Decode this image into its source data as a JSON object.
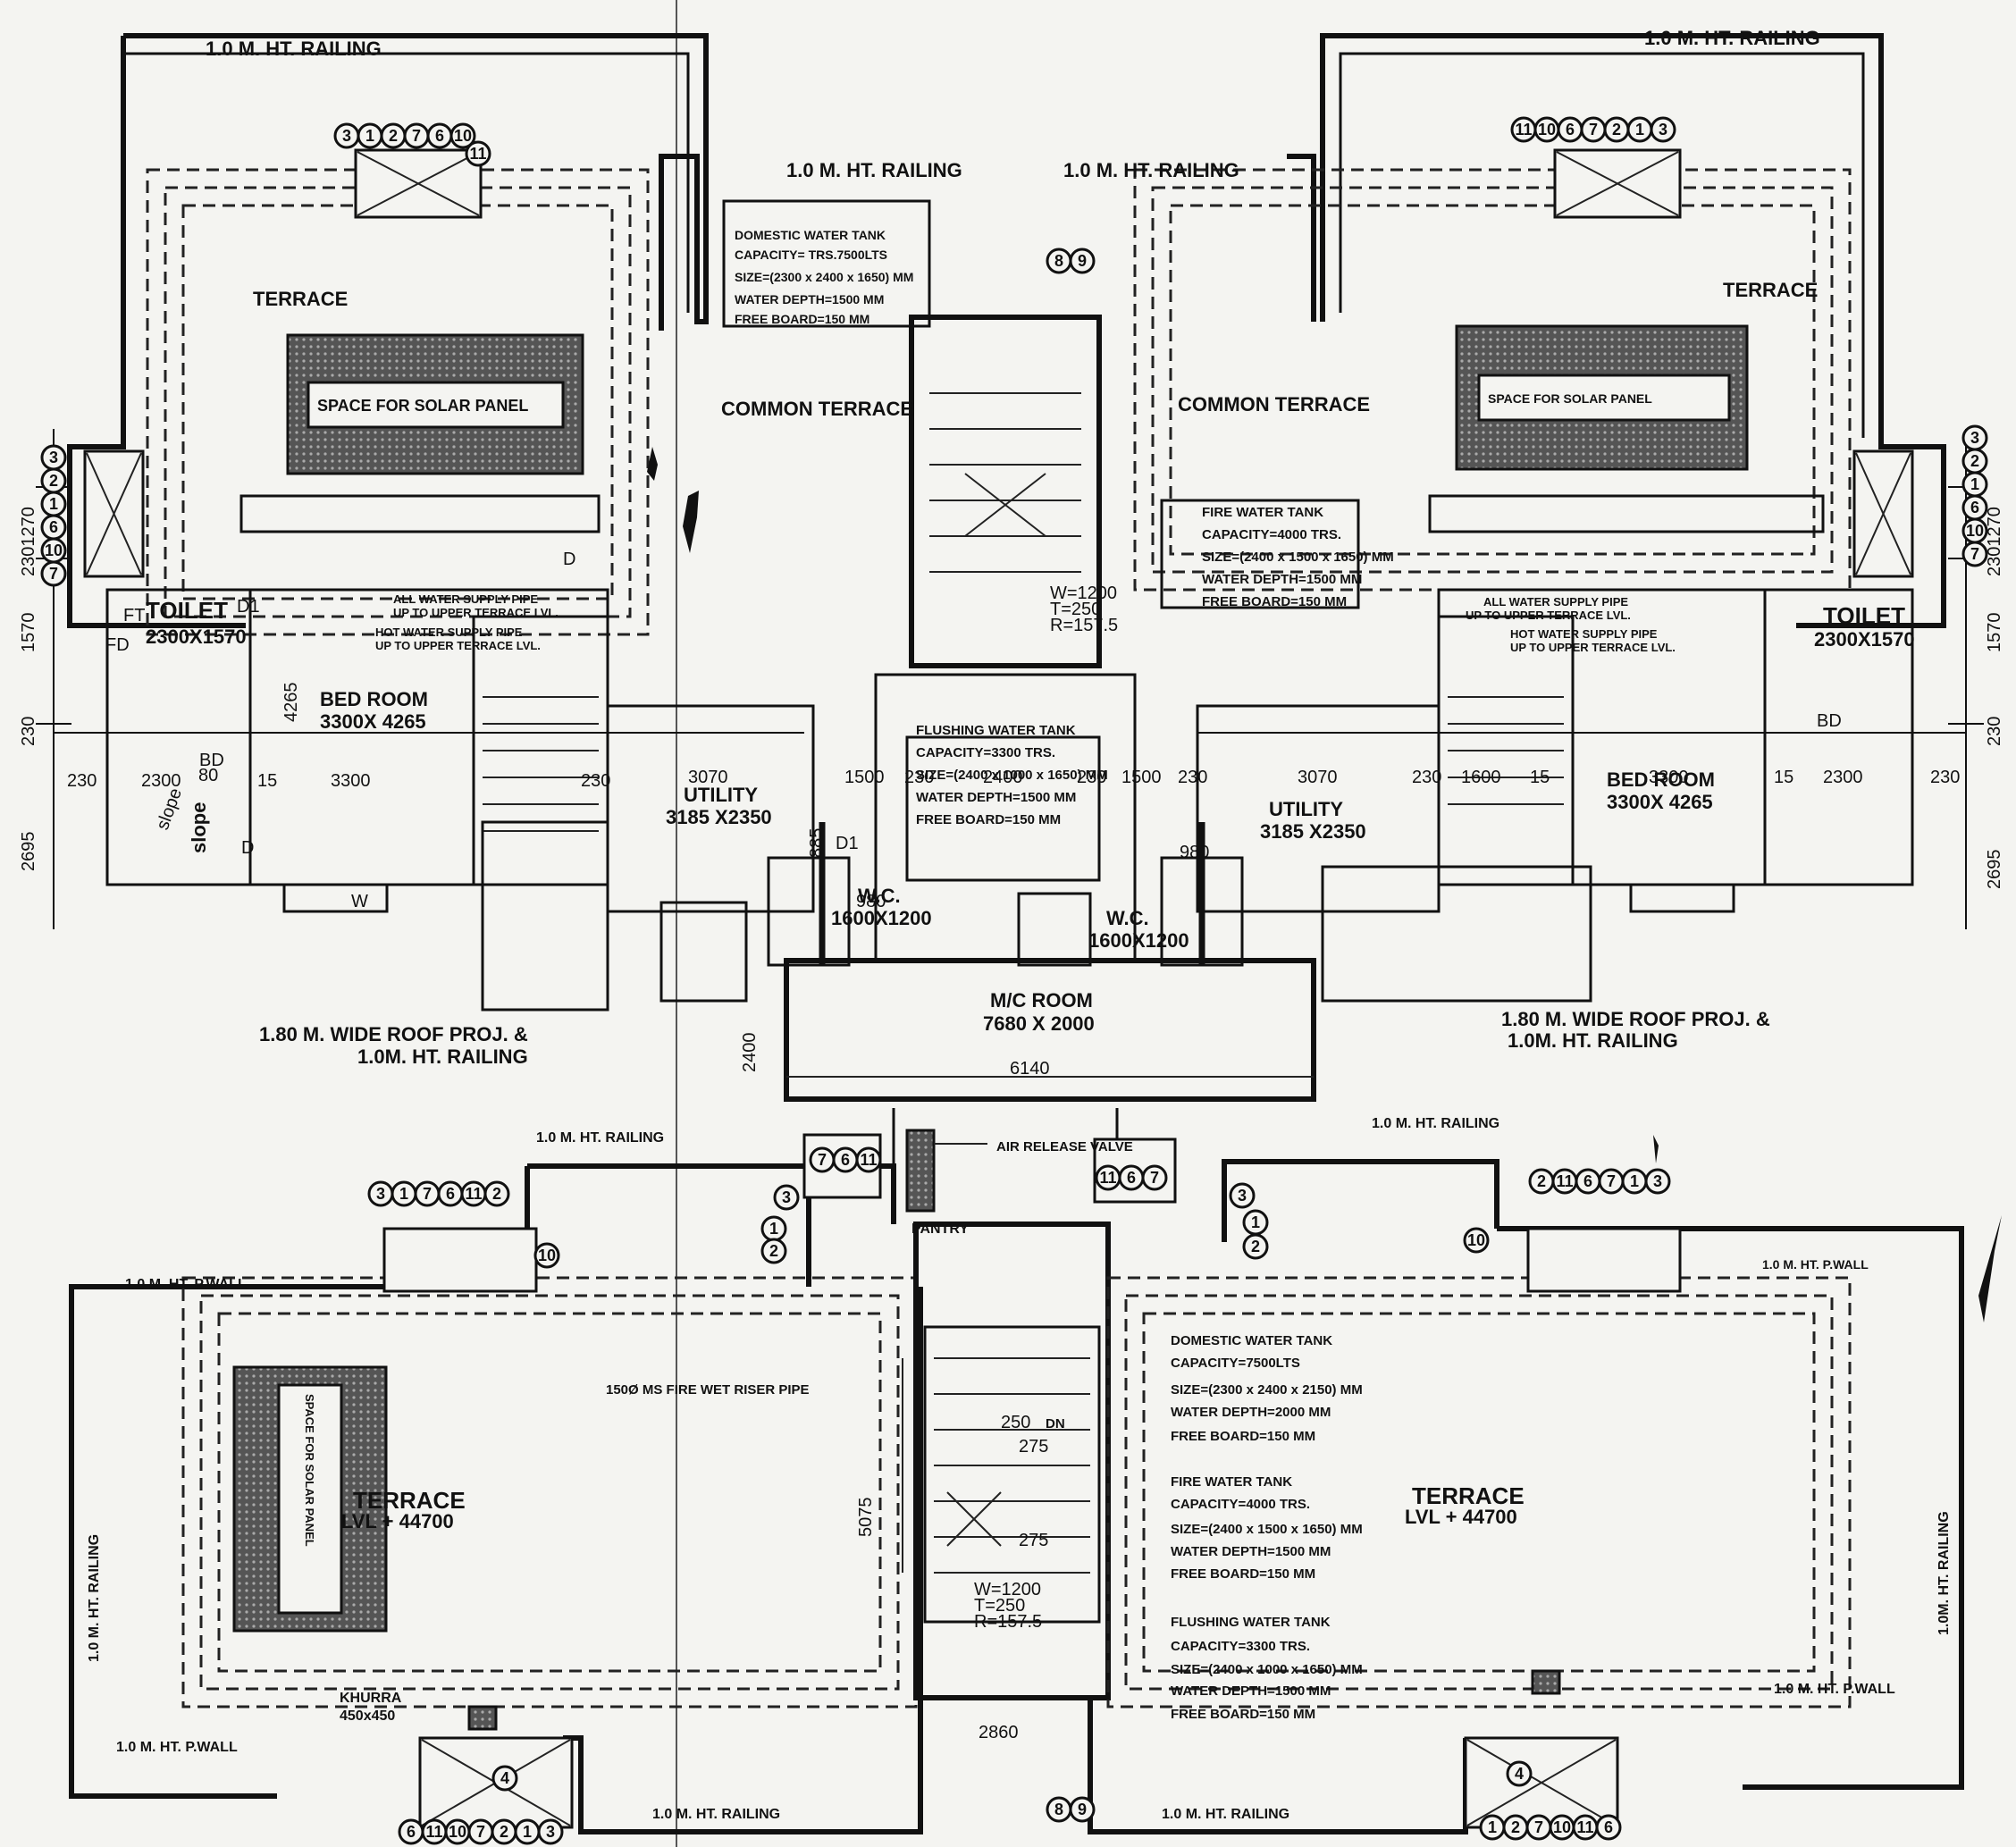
{
  "top_left": {
    "railing_top": "1.0 M. HT. RAILING",
    "terrace": "TERRACE",
    "solar": "SPACE FOR SOLAR PANEL",
    "circles": [
      "3",
      "1",
      "2",
      "7",
      "6",
      "10",
      "11"
    ],
    "side_circles": [
      "3",
      "2",
      "1",
      "6",
      "10",
      "7"
    ],
    "toilet": "TOILET",
    "toilet_size": "2300X1570",
    "bedroom": "BED ROOM",
    "bedroom_size": "3300X 4265",
    "supply_pipe": "ALL WATER SUPPLY PIPE",
    "supply_pipe2": "UP TO UPPER TERRACE LVL.",
    "hot_pipe": "HOT WATER SUPPLY PIPE",
    "hot_pipe2": "UP TO UPPER TERRACE LVL.",
    "utility": "UTILITY",
    "utility_size": "3185 X2350",
    "wc": "W.C.",
    "wc_size": "1600X1200",
    "roof_proj": "1.80 M. WIDE ROOF PROJ. &",
    "roof_proj2": "1.0M. HT. RAILING",
    "dims_left": [
      "2695",
      "230",
      "1570",
      "2301270"
    ],
    "dim_row": [
      "230",
      "2300",
      "80",
      "15",
      "4265",
      "3300",
      "230",
      "3070"
    ],
    "slope": "slope",
    "fd": "FD",
    "bd": "BD",
    "ft": "FT",
    "d": "D",
    "d1": "D1",
    "w": "W"
  },
  "top_center": {
    "railing": "1.0 M. HT. RAILING",
    "domestic_title": "DOMESTIC WATER TANK",
    "domestic_capacity": "CAPACITY=     TRS.7500LTS",
    "domestic_size": "SIZE=(2300 x 2400 x 1650) MM",
    "domestic_depth": "WATER DEPTH=1500 MM",
    "domestic_free": "FREE BOARD=150 MM",
    "common_terrace_l": "COMMON TERRACE",
    "common_terrace_r": "COMMON TERRACE",
    "stair_w": "W=1200",
    "stair_t": "T=250",
    "stair_r": "R=157.5",
    "flushing_title": "FLUSHING WATER TANK",
    "flushing_capacity": "CAPACITY=3300 TRS.",
    "flushing_size": "SIZE=(2400 x 1000 x 1650) MM",
    "flushing_depth": "WATER DEPTH=1500 MM",
    "flushing_free": "FREE BOARD=150 MM",
    "dim_row": [
      "1500",
      "230",
      "2400",
      "230",
      "1500",
      "230"
    ],
    "mc_room": "M/C ROOM",
    "mc_size": "7680 X 2000",
    "mc_dim": "6140",
    "air_valve": "AIR RELEASE VALVE",
    "circles_89": [
      "8",
      "9"
    ],
    "dim_980_l": "980",
    "dim_980_r": "980",
    "dim_885": "885",
    "dim_2400": "2400"
  },
  "top_right": {
    "railing_top": "1.0 M. HT. RAILING",
    "railing_mid": "1.0 M. HT. RAILING",
    "terrace": "TERRACE",
    "solar": "SPACE FOR SOLAR PANEL",
    "circles": [
      "11",
      "10",
      "6",
      "7",
      "2",
      "1",
      "3"
    ],
    "side_circles": [
      "3",
      "2",
      "1",
      "6",
      "10",
      "7"
    ],
    "fire_title": "FIRE WATER TANK",
    "fire_capacity": "CAPACITY=4000 TRS.",
    "fire_size": "SIZE=(2400 x 1500 x 1650) MM",
    "fire_depth": "WATER DEPTH=1500 MM",
    "fire_free": "FREE BOARD=150 MM",
    "toilet": "TOILET",
    "toilet_size": "2300X1570",
    "bedroom": "BED ROOM",
    "bedroom_size": "3300X 4265",
    "supply_pipe": "ALL WATER SUPPLY PIPE",
    "supply_pipe2": "UP TO UPPER TERRACE LVL.",
    "hot_pipe": "HOT WATER SUPPLY PIPE",
    "hot_pipe2": "UP TO UPPER TERRACE LVL.",
    "utility": "UTILITY",
    "utility_size": "3185 X2350",
    "wc": "W.C.",
    "wc_size": "1600X1200",
    "roof_proj": "1.80 M. WIDE ROOF PROJ. &",
    "roof_proj2": "1.0M. HT. RAILING",
    "dims_right": [
      "2695",
      "230",
      "1570",
      "2301270"
    ],
    "dim_row": [
      "3070",
      "230",
      "1600",
      "15",
      "3300",
      "15",
      "2300",
      "230"
    ],
    "bd": "BD"
  },
  "bottom_left": {
    "railing": "1.0 M. HT. RAILING",
    "pwall_top": "1.0 M. HT. P.WALL",
    "pwall_bottom": "1.0 M. HT. P.WALL",
    "side_railing": "1.0 M. HT. RAILING",
    "bottom_railing": "1.0 M. HT. RAILING",
    "terrace": "TERRACE",
    "terrace_lvl": "LVL + 44700",
    "solar": "SPACE FOR SOLAR PANEL",
    "khurra": "KHURRA",
    "khurra_size": "450x450",
    "circles_top": [
      "3",
      "1",
      "7",
      "6",
      "11",
      "2"
    ],
    "circle_10": "10",
    "circles_bottom": [
      "6",
      "11",
      "10",
      "7",
      "2",
      "1",
      "3"
    ],
    "circle_4": "4",
    "wet_riser": "150Ø MS FIRE WET RISER PIPE"
  },
  "bottom_center": {
    "pantry": "PANTRY",
    "stair_dn": "DN",
    "stair_250": "250",
    "stair_275a": "275",
    "stair_275b": "275",
    "stair_w": "W=1200",
    "stair_t": "T=250",
    "stair_r": "R=157.5",
    "dim_5075": "5075",
    "dim_2860": "2860",
    "circles_89": [
      "8",
      "9"
    ],
    "circles_l": [
      "7",
      "6",
      "11"
    ],
    "circles_l2": [
      "3",
      "1",
      "2"
    ],
    "circles_r": [
      "11",
      "6",
      "7"
    ],
    "circles_r2": [
      "3",
      "1",
      "2"
    ]
  },
  "bottom_right": {
    "railing": "1.0 M. HT. RAILING",
    "pwall_top": "1.0 M. HT. P.WALL",
    "pwall_bottom": "1.0 M. HT. P.WALL",
    "side_railing": "1.0M. HT. RAILING",
    "bottom_railing": "1.0 M. HT. RAILING",
    "terrace": "TERRACE",
    "terrace_lvl": "LVL + 44700",
    "domestic_title": "DOMESTIC WATER TANK",
    "domestic_capacity": "CAPACITY=7500LTS",
    "domestic_size": "SIZE=(2300 x 2400 x 2150) MM",
    "domestic_depth": "WATER DEPTH=2000 MM",
    "domestic_free": "FREE BOARD=150 MM",
    "fire_title": "FIRE WATER TANK",
    "fire_capacity": "CAPACITY=4000 TRS.",
    "fire_size": "SIZE=(2400 x 1500 x 1650) MM",
    "fire_depth": "WATER DEPTH=1500 MM",
    "fire_free": "FREE BOARD=150 MM",
    "flushing_title": "FLUSHING WATER TANK",
    "flushing_capacity": "CAPACITY=3300 TRS.",
    "flushing_size": "SIZE=(2400 x 1000 x 1650) MM",
    "flushing_depth": "WATER DEPTH=1500 MM",
    "flushing_free": "FREE BOARD=150 MM",
    "circles_top": [
      "2",
      "11",
      "6",
      "7",
      "1",
      "3"
    ],
    "circle_10": "10",
    "circles_bottom": [
      "1",
      "2",
      "7",
      "10",
      "11",
      "6"
    ],
    "circle_4": "4"
  }
}
